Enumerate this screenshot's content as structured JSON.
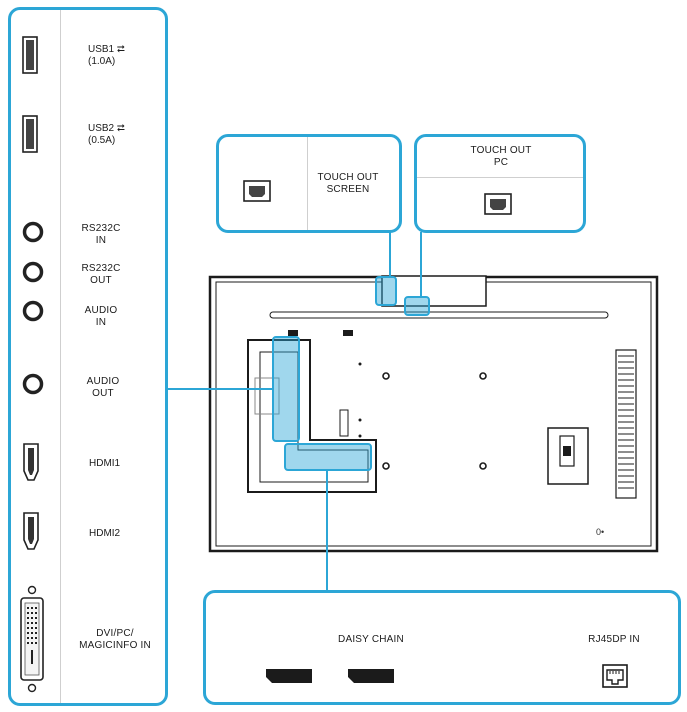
{
  "left_panel": {
    "ports": [
      {
        "id": "usb1",
        "label": "USB1 ⮂\n(1.0A)",
        "icon": "usb-port-icon"
      },
      {
        "id": "usb2",
        "label": "USB2 ⮂\n(0.5A)",
        "icon": "usb-port-icon"
      },
      {
        "id": "rs232c_in",
        "label": "RS232C\nIN",
        "icon": "round-jack-icon"
      },
      {
        "id": "rs232c_out",
        "label": "RS232C\nOUT",
        "icon": "round-jack-icon"
      },
      {
        "id": "audio_in",
        "label": "AUDIO\nIN",
        "icon": "round-jack-icon"
      },
      {
        "id": "audio_out",
        "label": "AUDIO\nOUT",
        "icon": "round-jack-icon"
      },
      {
        "id": "hdmi1",
        "label": "HDMI1",
        "icon": "hdmi-port-icon"
      },
      {
        "id": "hdmi2",
        "label": "HDMI2",
        "icon": "hdmi-port-icon"
      },
      {
        "id": "dvi",
        "label": "DVI/PC/\nMAGICINFO IN",
        "icon": "dvi-port-icon"
      }
    ]
  },
  "touch_screen": {
    "label": "TOUCH OUT\nSCREEN"
  },
  "touch_pc": {
    "label": "TOUCH OUT\nPC"
  },
  "bottom_panel": {
    "daisy_label": "DAISY CHAIN",
    "rj45_label": "RJ45DP IN"
  },
  "monitor": {
    "corner_mark": "0•"
  },
  "colors": {
    "accent": "#2ca6d6",
    "line": "#1b1b1b"
  }
}
